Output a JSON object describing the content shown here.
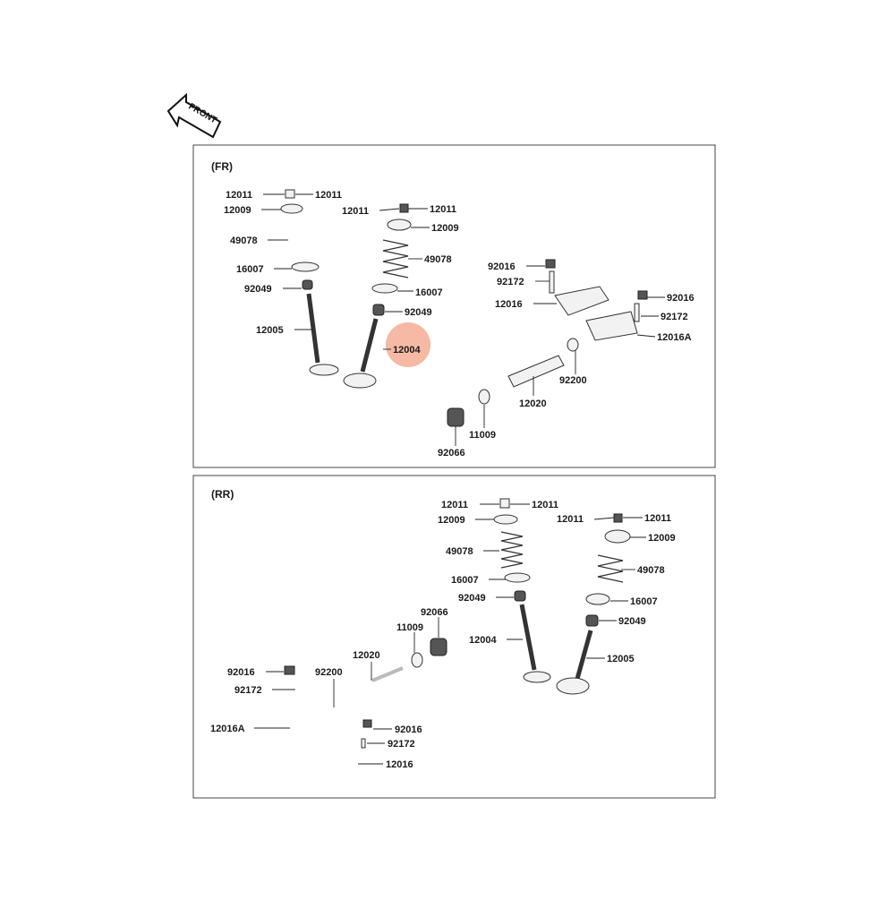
{
  "front_label": "FRONT",
  "highlight_color": "#f6b9a4",
  "panels": [
    {
      "id": "fr",
      "header": "(FR)",
      "labels": [
        {
          "id": "fr-12011-a",
          "text": "12011"
        },
        {
          "id": "fr-12011-b",
          "text": "12011"
        },
        {
          "id": "fr-12009-a",
          "text": "12009"
        },
        {
          "id": "fr-49078-a",
          "text": "49078"
        },
        {
          "id": "fr-16007-a",
          "text": "16007"
        },
        {
          "id": "fr-92049-a",
          "text": "92049"
        },
        {
          "id": "fr-12005",
          "text": "12005"
        },
        {
          "id": "fr-12011-c",
          "text": "12011"
        },
        {
          "id": "fr-12011-d",
          "text": "12011"
        },
        {
          "id": "fr-12009-b",
          "text": "12009"
        },
        {
          "id": "fr-49078-b",
          "text": "49078"
        },
        {
          "id": "fr-16007-b",
          "text": "16007"
        },
        {
          "id": "fr-92049-b",
          "text": "92049"
        },
        {
          "id": "fr-12004",
          "text": "12004"
        },
        {
          "id": "fr-92016-a",
          "text": "92016"
        },
        {
          "id": "fr-92172-a",
          "text": "92172"
        },
        {
          "id": "fr-12016",
          "text": "12016"
        },
        {
          "id": "fr-92016-b",
          "text": "92016"
        },
        {
          "id": "fr-92172-b",
          "text": "92172"
        },
        {
          "id": "fr-12016A",
          "text": "12016A"
        },
        {
          "id": "fr-92200",
          "text": "92200"
        },
        {
          "id": "fr-12020",
          "text": "12020"
        },
        {
          "id": "fr-11009",
          "text": "11009"
        },
        {
          "id": "fr-92066",
          "text": "92066"
        }
      ]
    },
    {
      "id": "rr",
      "header": "(RR)",
      "labels": [
        {
          "id": "rr-12011-a",
          "text": "12011"
        },
        {
          "id": "rr-12011-b",
          "text": "12011"
        },
        {
          "id": "rr-12009-a",
          "text": "12009"
        },
        {
          "id": "rr-12011-c",
          "text": "12011"
        },
        {
          "id": "rr-12011-d",
          "text": "12011"
        },
        {
          "id": "rr-12009-b",
          "text": "12009"
        },
        {
          "id": "rr-49078-a",
          "text": "49078"
        },
        {
          "id": "rr-49078-b",
          "text": "49078"
        },
        {
          "id": "rr-16007-a",
          "text": "16007"
        },
        {
          "id": "rr-16007-b",
          "text": "16007"
        },
        {
          "id": "rr-92049-a",
          "text": "92049"
        },
        {
          "id": "rr-92049-b",
          "text": "92049"
        },
        {
          "id": "rr-92066",
          "text": "92066"
        },
        {
          "id": "rr-11009",
          "text": "11009"
        },
        {
          "id": "rr-12004",
          "text": "12004"
        },
        {
          "id": "rr-12005",
          "text": "12005"
        },
        {
          "id": "rr-12020",
          "text": "12020"
        },
        {
          "id": "rr-92016-a",
          "text": "92016"
        },
        {
          "id": "rr-92200",
          "text": "92200"
        },
        {
          "id": "rr-92172-a",
          "text": "92172"
        },
        {
          "id": "rr-12016A",
          "text": "12016A"
        },
        {
          "id": "rr-92016-b",
          "text": "92016"
        },
        {
          "id": "rr-92172-b",
          "text": "92172"
        },
        {
          "id": "rr-12016",
          "text": "12016"
        }
      ]
    }
  ]
}
